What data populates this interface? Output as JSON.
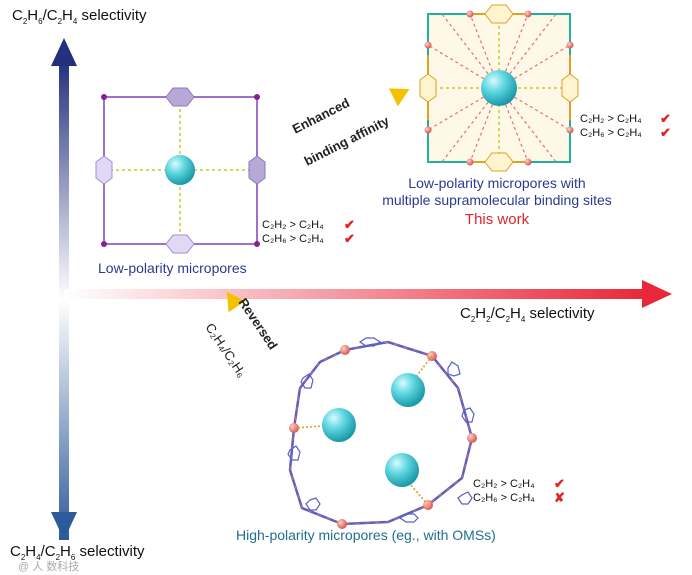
{
  "axes": {
    "top_label": {
      "a": "C",
      "a_sub": "2",
      "b": "H",
      "b_sub": "6",
      "sep": "/C",
      "c_sub": "2",
      "d": "H",
      "d_sub": "4",
      "word": " selectivity"
    },
    "right_label": {
      "a": "C",
      "a_sub": "2",
      "b": "H",
      "b_sub": "2",
      "sep": "/C",
      "c_sub": "2",
      "d": "H",
      "d_sub": "4",
      "word": " selectivity"
    },
    "bottom_label": {
      "a": "C",
      "a_sub": "2",
      "b": "H",
      "b_sub": "4",
      "sep": "/C",
      "c_sub": "2",
      "d": "H",
      "d_sub": "6",
      "word": " selectivity"
    }
  },
  "panels": {
    "low_polarity": {
      "caption": "Low-polarity micropores",
      "selectivity": [
        {
          "left": "C₂H₂ > C₂H₄",
          "mark": "✔"
        },
        {
          "left": "C₂H₆ > C₂H₄",
          "mark": "✔"
        }
      ]
    },
    "this_work": {
      "caption_line1": "Low-polarity micropores with",
      "caption_line2": "multiple supramolecular binding sites",
      "caption_line3": "This work",
      "selectivity": [
        {
          "left": "C₂H₂ > C₂H₄",
          "mark": "✔"
        },
        {
          "left": "C₂H₆ > C₂H₄",
          "mark": "✔"
        }
      ]
    },
    "high_polarity": {
      "caption": "High-polarity micropores (eg., with OMSs)",
      "selectivity": [
        {
          "left": "C₂H₂ > C₂H₄",
          "mark": "✔"
        },
        {
          "left": "C₂H₆ > C₂H₄",
          "mark": "✘"
        }
      ]
    }
  },
  "arrows": {
    "enhanced_line1": "Enhanced",
    "enhanced_line2": "binding affinity",
    "reversed_line1": "Reversed",
    "reversed_line2": "C₂H₄/C₂H₆"
  },
  "colors": {
    "vertical_axis": "#2a3a8c",
    "horizontal_axis": "#e8283a",
    "purple_frame": "#a070d0",
    "orange_frame": "#e0a020",
    "teal_frame": "#20b0a0",
    "sphere": "#5fd6e0",
    "check": "#e02424",
    "caption_blue": "#2b3a8f"
  },
  "watermark": "@ 人 数科技"
}
